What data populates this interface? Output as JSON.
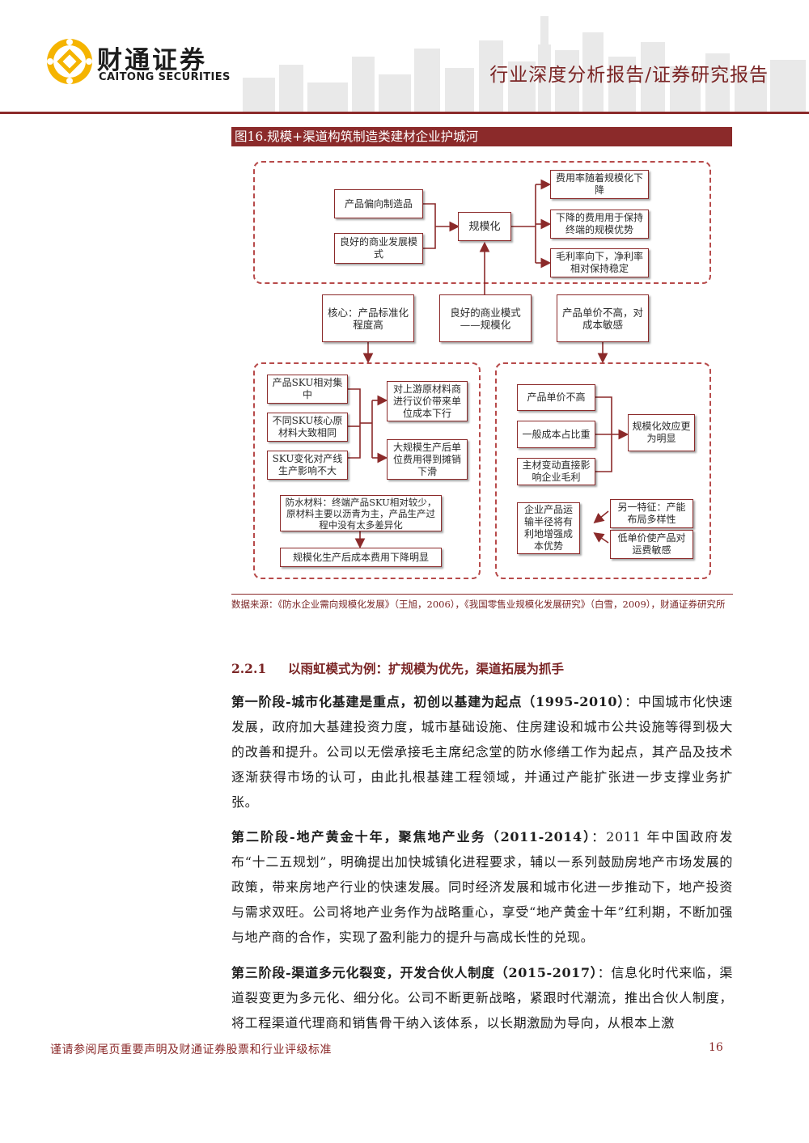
{
  "header": {
    "brand_cn": "财通证券",
    "brand_en": "CAITONG SECURITIES",
    "report_type": "行业深度分析报告/证券研究报告"
  },
  "figure": {
    "title": "图16.规模+渠道构筑制造类建材企业护城河",
    "top_left": [
      "产品偏向制造品",
      "良好的商业发展模式"
    ],
    "top_center": "规模化",
    "top_right": [
      "费用率随着规模化下降",
      "下降的费用用于保持终端的规模优势",
      "毛利率向下，净利率相对保持稳定"
    ],
    "middle": [
      "核心：产品标准化程度高",
      "良好的商业模式——规模化",
      "产品单价不高，对成本敏感"
    ],
    "bottom_left_inputs": [
      "产品SKU相对集中",
      "不同SKU核心原材料大致相同",
      "SKU变化对产线生产影响不大"
    ],
    "bottom_left_outputs": [
      "对上游原材料商进行议价带来单位成本下行",
      "大规模生产后单位费用得到摊销下滑"
    ],
    "bottom_left_note": "防水材料：终端产品SKU相对较少，原材料主要以沥青为主，产品生产过程中没有太多差异化",
    "bottom_left_result": "规模化生产后成本费用下降明显",
    "bottom_right_inputs": [
      "产品单价不高",
      "一般成本占比重",
      "主材变动直接影响企业毛利"
    ],
    "bottom_right_output": "规模化效应更为明显",
    "bottom_right_transport": "企业产品运输半径将有利地增强成本优势",
    "bottom_right_features": [
      "另一特征：产能布局多样性",
      "低单价使产品对运费敏感"
    ],
    "source": "数据来源：《防水企业需向规模化发展》（王旭，2006），《我国零售业规模化发展研究》（白雪，2009），财通证券研究所"
  },
  "section": {
    "number": "2.2.1",
    "title": "以雨虹模式为例：扩规模为优先，渠道拓展为抓手"
  },
  "paragraphs": [
    {
      "lead": "第一阶段-城市化基建是重点，初创以基建为起点（1995-2010）",
      "body": "：中国城市化快速发展，政府加大基建投资力度，城市基础设施、住房建设和城市公共设施等得到极大的改善和提升。公司以无偿承接毛主席纪念堂的防水修缮工作为起点，其产品及技术逐渐获得市场的认可，由此扎根基建工程领域，并通过产能扩张进一步支撑业务扩张。"
    },
    {
      "lead": "第二阶段-地产黄金十年，聚焦地产业务（2011-2014）",
      "body": "：2011 年中国政府发布“十二五规划”，明确提出加快城镇化进程要求，辅以一系列鼓励房地产市场发展的政策，带来房地产行业的快速发展。同时经济发展和城市化进一步推动下，地产投资与需求双旺。公司将地产业务作为战略重心，享受“地产黄金十年”红利期，不断加强与地产商的合作，实现了盈利能力的提升与高成长性的兑现。"
    },
    {
      "lead": "第三阶段-渠道多元化裂变，开发合伙人制度（2015-2017）",
      "body": "：信息化时代来临，渠道裂变更为多元化、细分化。公司不断更新战略，紧跟时代潮流，推出合伙人制度，将工程渠道代理商和销售骨干纳入该体系，以长期激励为导向，从根本上激"
    }
  ],
  "footer": {
    "disclaimer": "谨请参阅尾页重要声明及财通证券股票和行业评级标准",
    "page": "16"
  }
}
